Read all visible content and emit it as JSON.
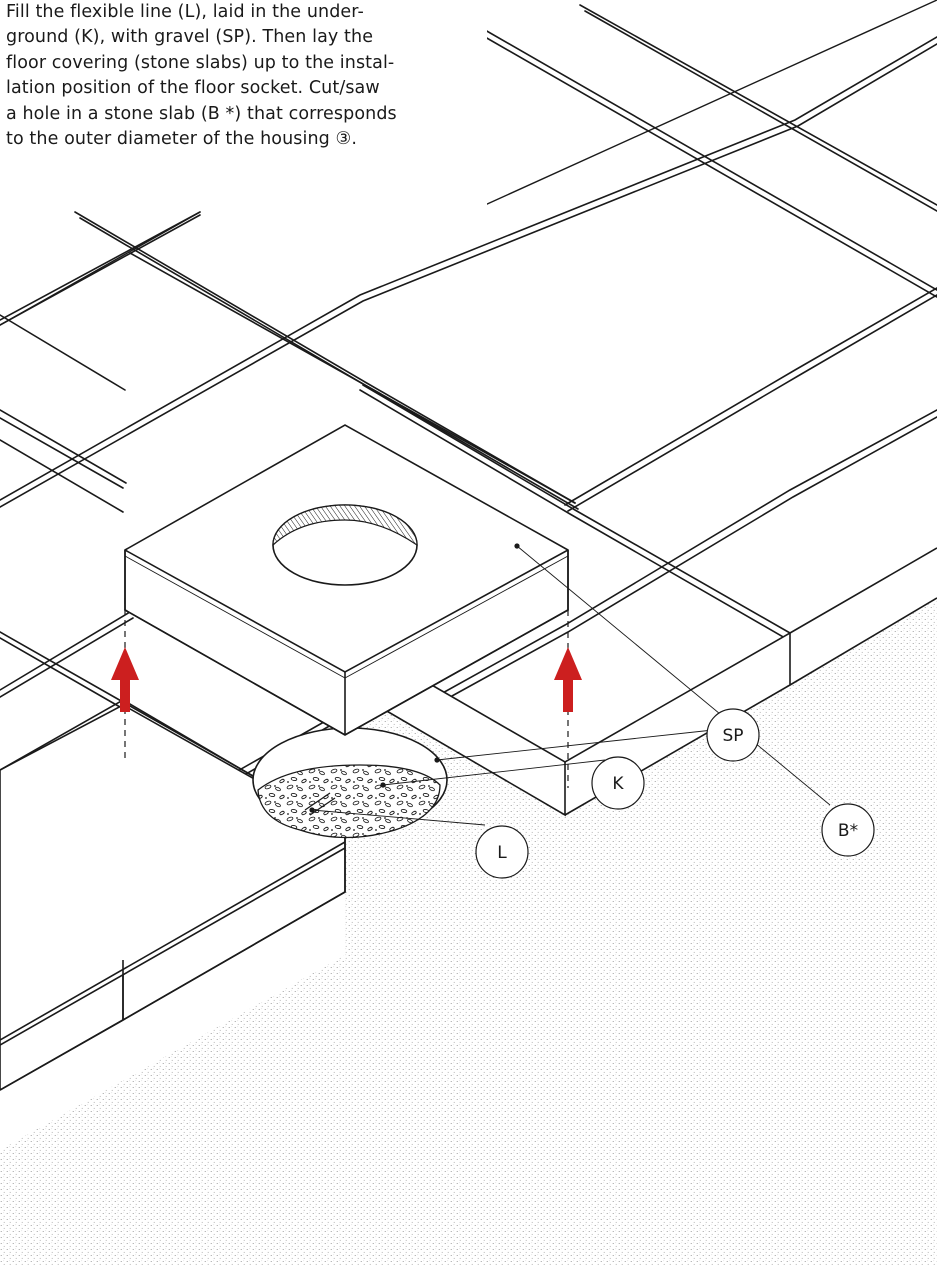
{
  "instruction_text": "Fill the flexible line (L), laid in the under-\nground (K), with gravel (SP). Then lay the\nfloor covering (stone slabs) up to the instal-\nlation position of the floor socket. Cut/saw\na hole in a stone slab (B *) that corresponds\nto the outer diameter of the housing ③.",
  "callouts": {
    "b_star": "B*",
    "sp": "SP",
    "k": "K",
    "l": "L"
  },
  "colors": {
    "line": "#1a1a1a",
    "arrow": "#cc1f1f",
    "ground_dot": "#9a9a9a"
  },
  "icons": {
    "lift_arrow": "arrow-up-icon"
  }
}
